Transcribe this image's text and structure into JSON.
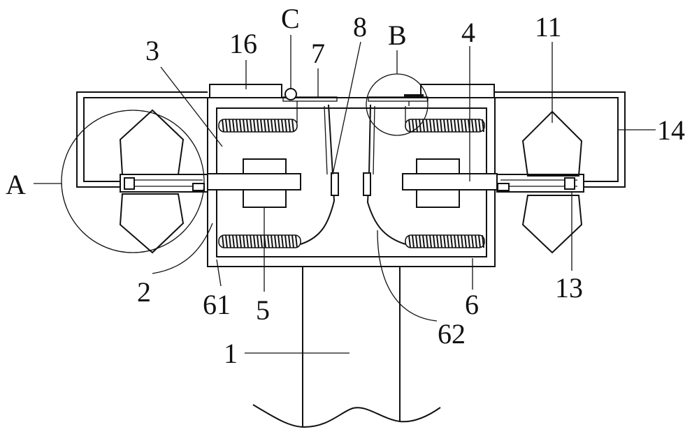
{
  "labels": {
    "l16": "16",
    "lC": "C",
    "l7": "7",
    "l8": "8",
    "lB": "B",
    "l4": "4",
    "l11": "11",
    "l3": "3",
    "lA": "A",
    "l14": "14",
    "l2": "2",
    "l61": "61",
    "l5": "5",
    "l6": "6",
    "l13": "13",
    "l62": "62",
    "l1": "1"
  }
}
